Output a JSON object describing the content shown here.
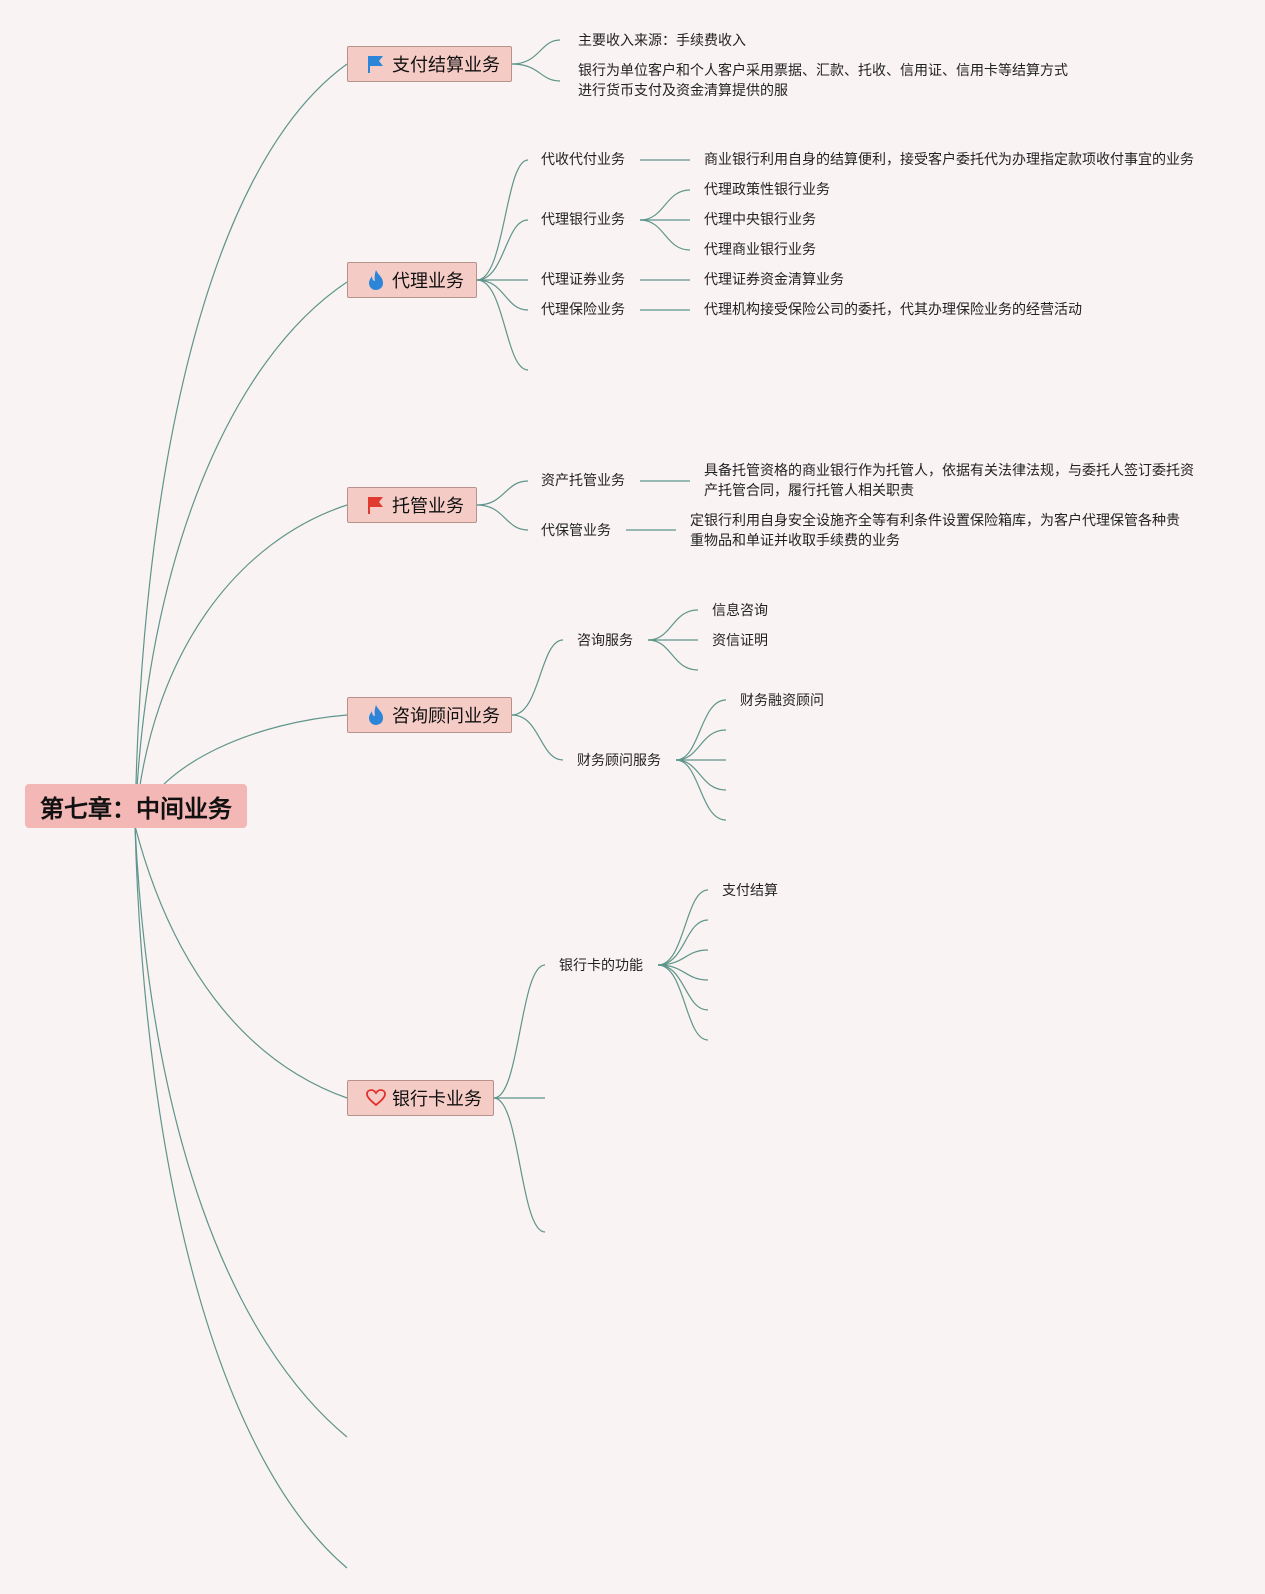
{
  "root": "第七章：中间业务",
  "branches": [
    {
      "id": "b1",
      "label": "支付结算业务",
      "icon": "blue-flag-icon",
      "icon_color": "#2b86d9",
      "items": [
        "主要收入来源：手续费收入",
        "银行为单位客户和个人客户采用票据、汇款、托收、信用证、信用卡等结算方式进行货币支付及资金清算提供的服"
      ]
    },
    {
      "id": "b2",
      "label": "代理业务",
      "icon": "flame-icon",
      "icon_color": "#2b86d9",
      "subs": [
        {
          "label": "代收代付业务",
          "items": [
            "商业银行利用自身的结算便利，接受客户委托代为办理指定款项收付事宜的业务"
          ]
        },
        {
          "label": "代理银行业务",
          "items": [
            "代理政策性银行业务",
            "代理中央银行业务",
            "代理商业银行业务"
          ]
        },
        {
          "label": "代理证券业务",
          "items": [
            "代理证券资金清算业务"
          ]
        },
        {
          "label": "代理保险业务",
          "items": [
            "代理机构接受保险公司的委托，代其办理保险业务的经营活动"
          ]
        }
      ]
    },
    {
      "id": "b3",
      "label": "托管业务",
      "icon": "red-flag-icon",
      "icon_color": "#e03b2e",
      "subs": [
        {
          "label": "资产托管业务",
          "items": [
            "具备托管资格的商业银行作为托管人，依据有关法律法规，与委托人签订委托资产托管合同，履行托管人相关职责"
          ]
        },
        {
          "label": "代保管业务",
          "items": [
            "定银行利用自身安全设施齐全等有利条件设置保险箱库，为客户代理保管各种贵重物品和单证并收取手续费的业务"
          ]
        }
      ]
    },
    {
      "id": "b4",
      "label": "咨询顾问业务",
      "icon": "flame-icon",
      "icon_color": "#2b86d9",
      "subs": [
        {
          "label": "咨询服务",
          "items": [
            "信息咨询",
            "资信证明"
          ]
        },
        {
          "label": "财务顾问服务",
          "items": [
            "财务融资顾问"
          ]
        }
      ]
    },
    {
      "id": "b5",
      "label": "银行卡业务",
      "icon": "heart-icon",
      "icon_color": "#e0322e",
      "subs": [
        {
          "label": "银行卡的功能",
          "items": [
            "支付结算"
          ]
        }
      ]
    }
  ],
  "colors": {
    "link": "#5e958a",
    "root_bg": "#f3b8b5",
    "main_bg": "#f5cbc5",
    "page_bg": "#faf3f4"
  }
}
